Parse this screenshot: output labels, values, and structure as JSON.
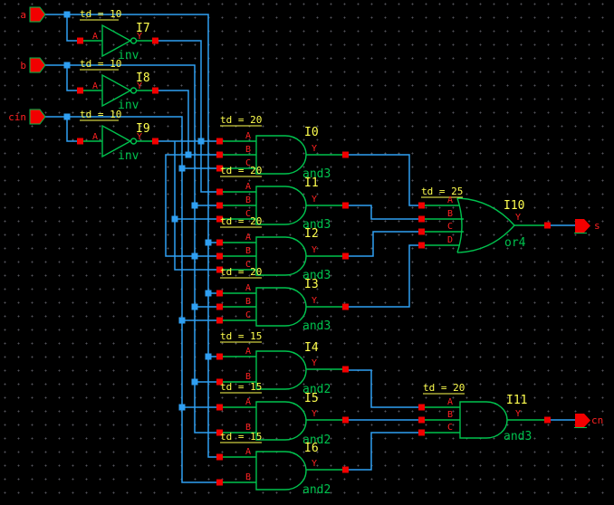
{
  "colors": {
    "background": "#000000",
    "wire_blue": "#2f9ff2",
    "gate_green": "#00c24e",
    "terminal_red": "#f20000",
    "label_yellow": "#ffff4f",
    "pin_text_red": "#ff2222"
  },
  "input_ports": [
    {
      "label": "a"
    },
    {
      "label": "b"
    },
    {
      "label": "cin"
    }
  ],
  "output_ports": [
    {
      "label": "s"
    },
    {
      "label": "cn"
    }
  ],
  "inverters": [
    {
      "id": "I7",
      "cell": "inv",
      "delay": "td = 10",
      "in_pin": "A",
      "out_pin": "Y"
    },
    {
      "id": "I8",
      "cell": "inv",
      "delay": "td = 10",
      "in_pin": "A",
      "out_pin": "Y"
    },
    {
      "id": "I9",
      "cell": "inv",
      "delay": "td = 10",
      "in_pin": "A",
      "out_pin": "Y"
    }
  ],
  "and3_gates": [
    {
      "id": "I0",
      "cell": "and3",
      "delay": "td = 20",
      "pin_a": "A",
      "pin_b": "B",
      "pin_c": "C",
      "out_pin": "Y"
    },
    {
      "id": "I1",
      "cell": "and3",
      "delay": "td = 20",
      "pin_a": "A",
      "pin_b": "B",
      "pin_c": "C",
      "out_pin": "Y"
    },
    {
      "id": "I2",
      "cell": "and3",
      "delay": "td = 20",
      "pin_a": "A",
      "pin_b": "B",
      "pin_c": "C",
      "out_pin": "Y"
    },
    {
      "id": "I3",
      "cell": "and3",
      "delay": "td = 20",
      "pin_a": "A",
      "pin_b": "B",
      "pin_c": "C",
      "out_pin": "Y"
    }
  ],
  "and2_gates": [
    {
      "id": "I4",
      "cell": "and2",
      "delay": "td = 15",
      "pin_a": "A",
      "pin_b": "B",
      "out_pin": "Y"
    },
    {
      "id": "I5",
      "cell": "and2",
      "delay": "td = 15",
      "pin_a": "A",
      "pin_b": "B",
      "out_pin": "Y"
    },
    {
      "id": "I6",
      "cell": "and2",
      "delay": "td = 15",
      "pin_a": "A",
      "pin_b": "B",
      "out_pin": "Y"
    }
  ],
  "or4_gate": {
    "id": "I10",
    "cell": "or4",
    "delay": "td = 25",
    "pin_a": "A",
    "pin_b": "B",
    "pin_c": "C",
    "pin_d": "D",
    "out_pin": "Y"
  },
  "out_and_gate": {
    "id": "I11",
    "cell": "and3",
    "delay": "td = 20",
    "pin_a": "A",
    "pin_b": "B",
    "pin_c": "C",
    "out_pin": "Y"
  }
}
